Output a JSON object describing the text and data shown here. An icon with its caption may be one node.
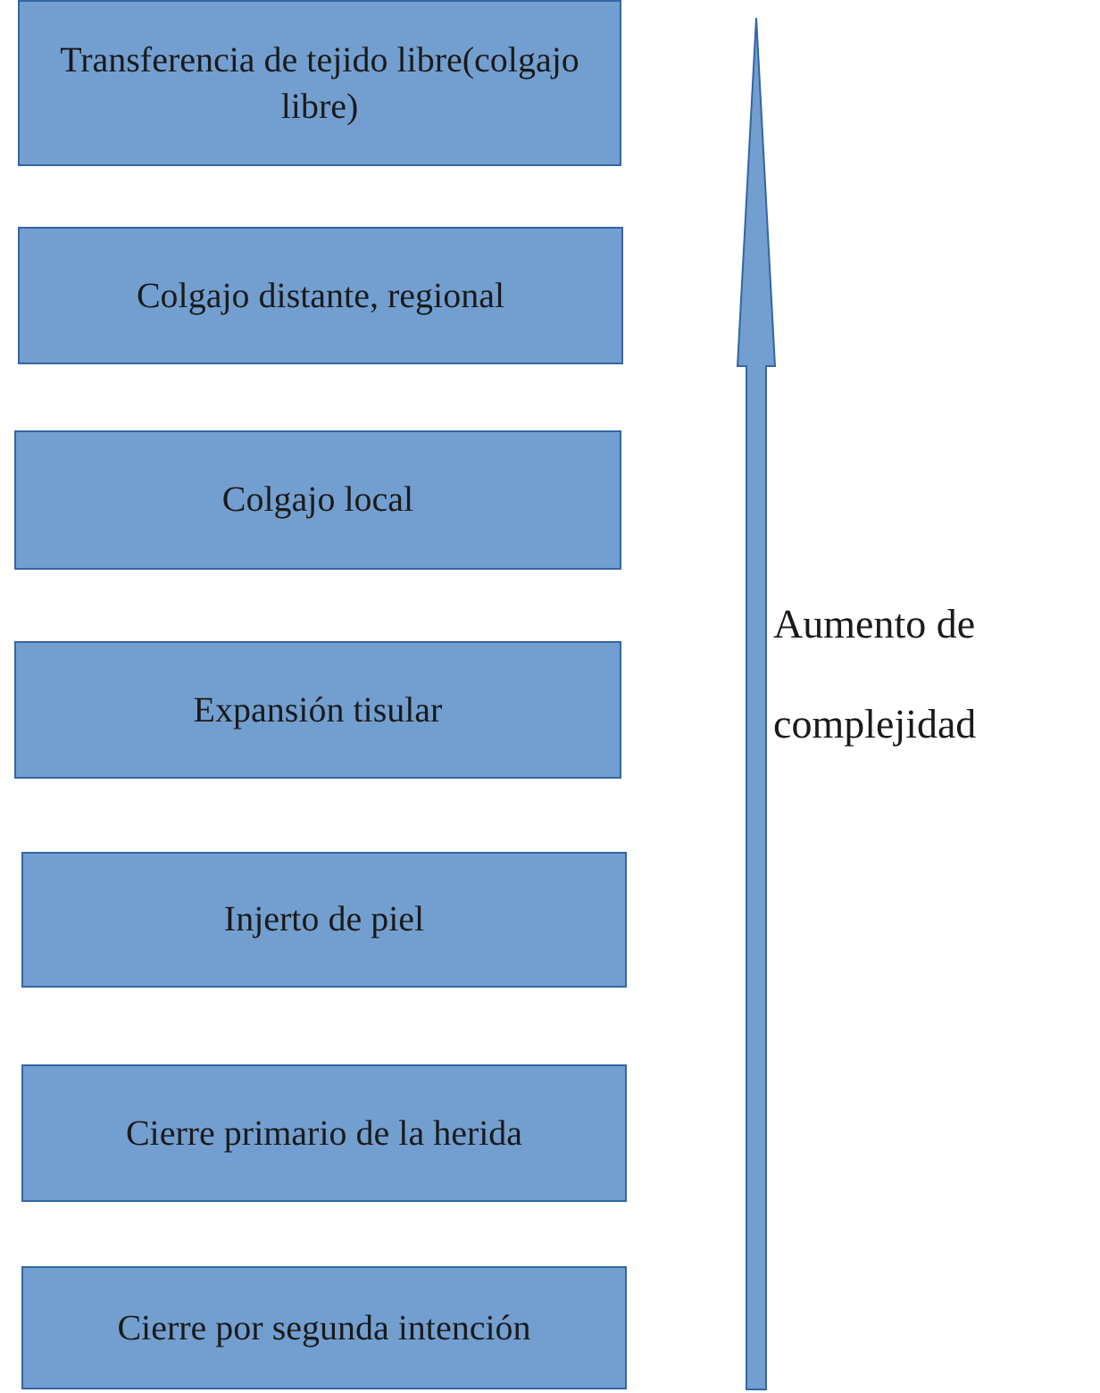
{
  "diagram": {
    "nodes": [
      {
        "text": [
          "Transferencia de tejido libre(colgajo libre)"
        ]
      },
      {
        "text": [
          "Colgajo distante, regional"
        ]
      },
      {
        "text": [
          "Colgajo local"
        ]
      },
      {
        "text": [
          "Expansión tisular"
        ]
      },
      {
        "text": [
          "Injerto de piel"
        ]
      },
      {
        "text": [
          "Cierre primario de la herida"
        ]
      },
      {
        "text": [
          "Cierre por segunda intención"
        ]
      }
    ],
    "labels": [
      "Aumento de complejidad"
    ]
  }
}
